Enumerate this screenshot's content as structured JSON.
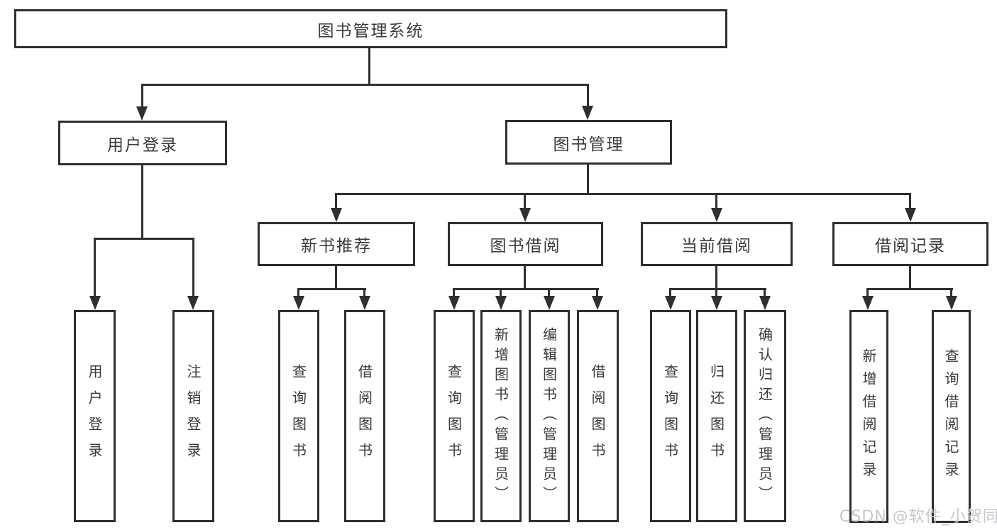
{
  "diagram": {
    "root": {
      "label": "图书管理系统"
    },
    "level2": [
      {
        "label": "用户登录"
      },
      {
        "label": "图书管理"
      }
    ],
    "level3": [
      {
        "label": "新书推荐"
      },
      {
        "label": "图书借阅"
      },
      {
        "label": "当前借阅"
      },
      {
        "label": "借阅记录"
      }
    ],
    "leaves": [
      {
        "label": "用户登录"
      },
      {
        "label": "注销登录"
      },
      {
        "label": "查询图书"
      },
      {
        "label": "借阅图书"
      },
      {
        "label": "查询图书"
      },
      {
        "label": "新增图书（管理员）"
      },
      {
        "label": "编辑图书（管理员）"
      },
      {
        "label": "借阅图书"
      },
      {
        "label": "查询图书"
      },
      {
        "label": "归还图书"
      },
      {
        "label": "确认归还（管理员）"
      },
      {
        "label": "新增借阅记录"
      },
      {
        "label": "查询借阅记录"
      }
    ],
    "colors": {
      "line": "#2f2f2f",
      "box_border": "#2e2e2e",
      "text": "#3a3a3a",
      "background": "#ffffff"
    }
  },
  "watermark": {
    "text": "CSDN @软件_小贺同学",
    "color": "#c7c7cb"
  }
}
